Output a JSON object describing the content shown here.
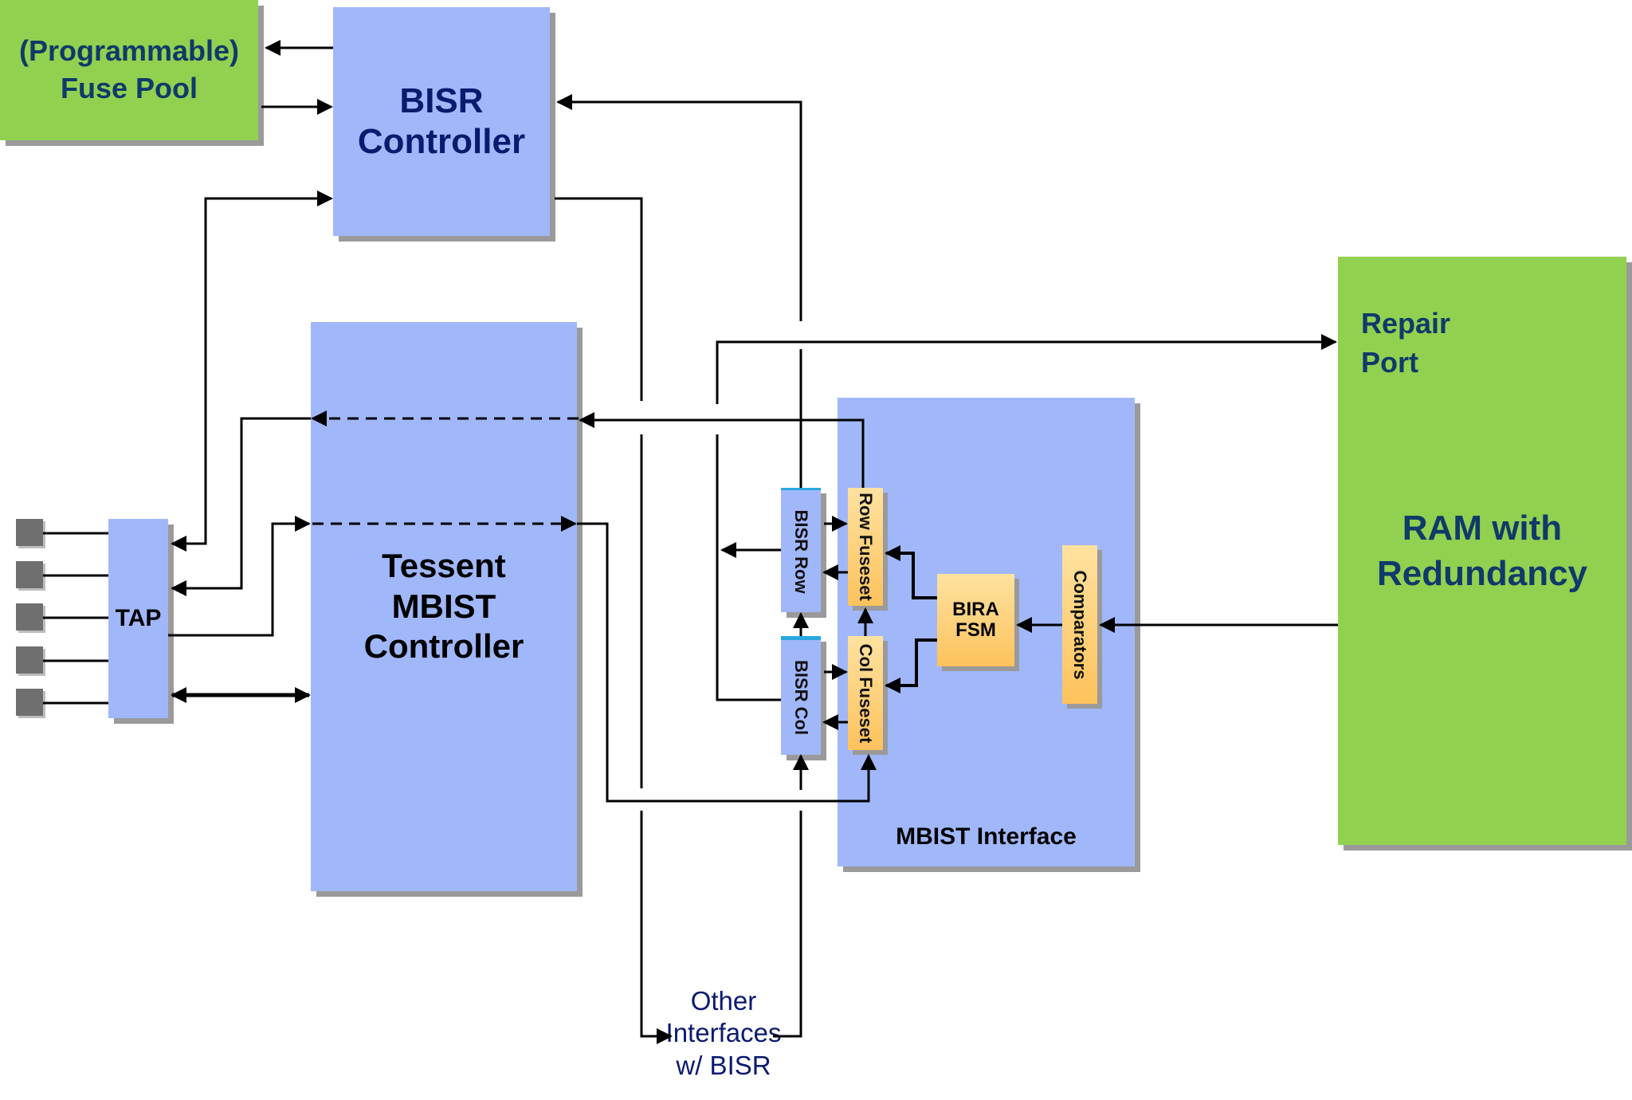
{
  "blocks": {
    "fuse_pool": "(Programmable)\nFuse Pool",
    "bisr_controller": "BISR\nController",
    "tessent_mbist_controller": "Tessent\nMBIST\nController",
    "tap": "TAP",
    "mbist_interface": "MBIST Interface",
    "bisr_row": "BISR Row",
    "bisr_col": "BISR Col",
    "row_fuseset": "Row Fuseset",
    "col_fuseset": "Col Fuseset",
    "bira_fsm": "BIRA\nFSM",
    "comparators": "Comparators",
    "ram_with_redundancy": "RAM with\nRedundancy",
    "repair_port": "Repair\nPort",
    "other_interfaces": "Other\nInterfaces\nw/ BISR"
  },
  "colors": {
    "green_block": "#92d050",
    "blue_block": "#a0b7fa",
    "orange_block": "#fdc25c",
    "dark_blue_text": "#0a1a6e",
    "dark_green_text": "#0f3a6a"
  }
}
